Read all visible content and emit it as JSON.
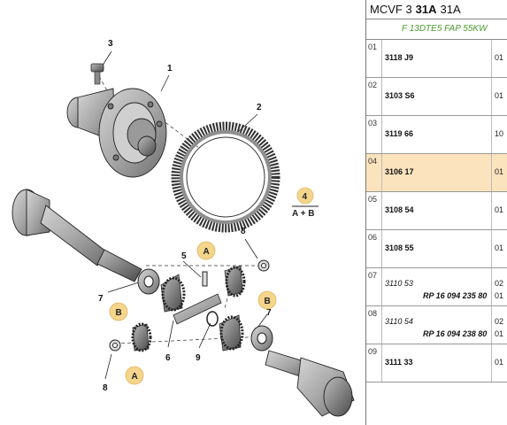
{
  "header": {
    "part1": "MCVF 3",
    "part2": "31A",
    "part3": "31A"
  },
  "engine_label": "F 13DTE5 FAP 55KW",
  "colors": {
    "subtitle": "#4a9a2c",
    "selected_row": "#fbe3bd",
    "callout_fill": "#f5d58c"
  },
  "diagram": {
    "numbers": [
      "3",
      "1",
      "2",
      "4",
      "5",
      "8",
      "7",
      "6",
      "9",
      "7",
      "8"
    ],
    "group_top": "4",
    "group_bottom": "A + B",
    "letters": [
      "A",
      "B",
      "B",
      "A"
    ]
  },
  "parts": [
    {
      "idx": "01",
      "ref": "3118 J9",
      "qty": "01",
      "selected": false
    },
    {
      "idx": "02",
      "ref": "3103 S6",
      "qty": "01",
      "selected": false
    },
    {
      "idx": "03",
      "ref": "3119 66",
      "qty": "10",
      "selected": false
    },
    {
      "idx": "04",
      "ref": "3106 17",
      "qty": "01",
      "selected": true
    },
    {
      "idx": "05",
      "ref": "3108 54",
      "qty": "01",
      "selected": false
    },
    {
      "idx": "06",
      "ref": "3108 55",
      "qty": "01",
      "selected": false
    },
    {
      "idx": "07",
      "ref": "3110 53",
      "rp": "RP 16 094 235 80",
      "qty": "02",
      "qty2": "01",
      "selected": false
    },
    {
      "idx": "08",
      "ref": "3110 54",
      "rp": "RP 16 094 238 80",
      "qty": "02",
      "qty2": "01",
      "selected": false
    },
    {
      "idx": "09",
      "ref": "3111 33",
      "qty": "01",
      "selected": false
    }
  ]
}
